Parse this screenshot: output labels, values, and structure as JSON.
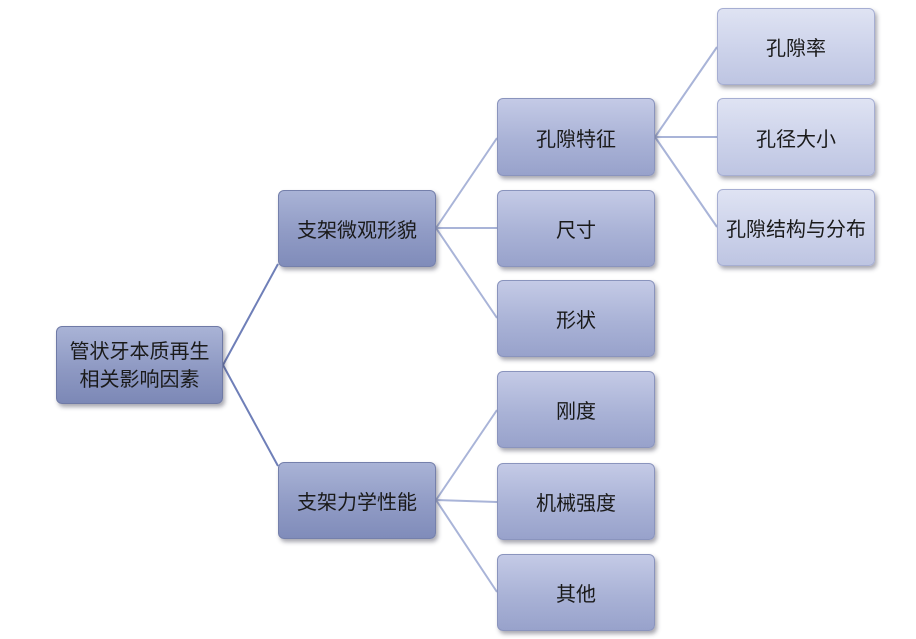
{
  "colors": {
    "line_main": "#6f7fb8",
    "line_light": "#a9b4d8"
  },
  "nodes": {
    "root": {
      "line1": "管状牙本质再生",
      "line2": "相关影响因素"
    },
    "morphology": {
      "label": "支架微观形貌"
    },
    "mechanics": {
      "label": "支架力学性能"
    },
    "pore_features": {
      "label": "孔隙特征"
    },
    "size": {
      "label": "尺寸"
    },
    "shape": {
      "label": "形状"
    },
    "stiffness": {
      "label": "刚度"
    },
    "strength": {
      "label": "机械强度"
    },
    "others": {
      "label": "其他"
    },
    "porosity": {
      "label": "孔隙率"
    },
    "pore_size": {
      "label": "孔径大小"
    },
    "pore_structure": {
      "label": "孔隙结构与分布"
    }
  }
}
